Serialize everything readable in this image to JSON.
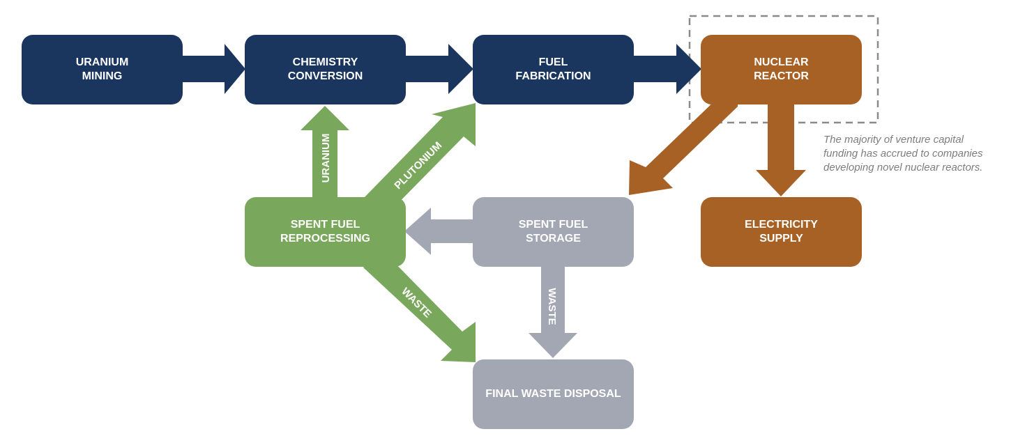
{
  "colors": {
    "supply_chain": "#1a355e",
    "reactor": "#a86125",
    "reprocessing": "#79a75b",
    "storage": "#a3a7b3",
    "highlight_border": "#8a8a8a"
  },
  "nodes": {
    "uranium_mining": "URANIUM\nMINING",
    "chemistry_conversion": "CHEMISTRY\nCONVERSION",
    "fuel_fabrication": "FUEL\nFABRICATION",
    "nuclear_reactor": "NUCLEAR\nREACTOR",
    "electricity_supply": "ELECTRICITY\nSUPPLY",
    "spent_fuel_storage": "SPENT FUEL\nSTORAGE",
    "spent_fuel_reprocessing": "SPENT FUEL\nREPROCESSING",
    "final_waste_disposal": "FINAL WASTE DISPOSAL"
  },
  "arrow_labels": {
    "uranium": "URANIUM",
    "plutonium": "PLUTONIUM",
    "waste_reprocessing": "WASTE",
    "waste_storage": "WASTE"
  },
  "annotation": "The majority of venture capital funding has accrued to companies developing novel nuclear reactors."
}
